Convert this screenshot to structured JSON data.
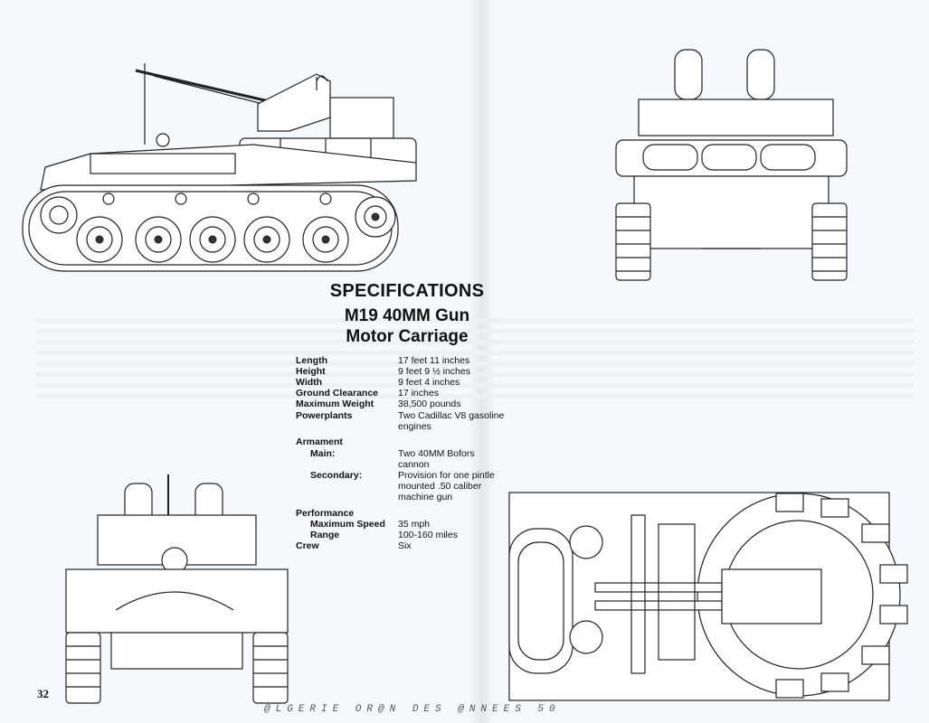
{
  "specs": {
    "title": "SPECIFICATIONS",
    "subtitle_line1": "M19 40MM Gun",
    "subtitle_line2": "Motor Carriage",
    "length": {
      "label": "Length",
      "value": "17 feet 11 inches"
    },
    "height": {
      "label": "Height",
      "value": "9 feet 9 ½ inches"
    },
    "width": {
      "label": "Width",
      "value": "9 feet 4 inches"
    },
    "ground_clearance": {
      "label": "Ground Clearance",
      "value": "17 inches"
    },
    "max_weight": {
      "label": "Maximum Weight",
      "value": "38,500 pounds"
    },
    "powerplants": {
      "label": "Powerplants",
      "value_line1": "Two Cadillac V8 gasoline",
      "value_line2": "engines"
    },
    "armament": {
      "label": "Armament",
      "main_label": "Main:",
      "main_value_line1": "Two 40MM Bofors",
      "main_value_line2": "cannon",
      "secondary_label": "Secondary:",
      "secondary_value_line1": "Provision for one pintle",
      "secondary_value_line2": "mounted .50 caliber",
      "secondary_value_line3": "machine gun"
    },
    "performance": {
      "label": "Performance",
      "max_speed_label": "Maximum Speed",
      "max_speed_value": "35 mph",
      "range_label": "Range",
      "range_value": "100-160 miles"
    },
    "crew": {
      "label": "Crew",
      "value": "Six"
    }
  },
  "page_number": "32",
  "watermark": "@LGERIE OR@N DES @NNEES 50"
}
